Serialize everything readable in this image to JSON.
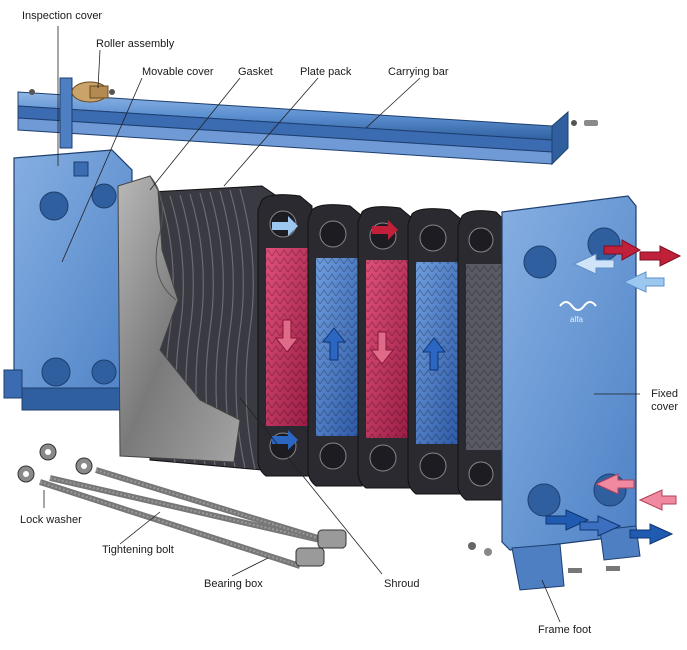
{
  "labels": {
    "inspection_cover": "Inspection cover",
    "roller_assembly": "Roller assembly",
    "movable_cover": "Movable cover",
    "gasket": "Gasket",
    "plate_pack": "Plate pack",
    "carrying_bar": "Carrying bar",
    "fixed_cover_line1": "Fixed",
    "fixed_cover_line2": "cover",
    "lock_washer": "Lock washer",
    "tightening_bolt": "Tightening bolt",
    "bearing_box": "Bearing box",
    "shroud": "Shroud",
    "frame_foot": "Frame foot"
  },
  "logo_text": "alfa",
  "colors": {
    "frame_blue": "#5b8fd0",
    "frame_dark": "#2f5f9e",
    "plate_red": "#c8315f",
    "plate_blue": "#3d6fc0",
    "plate_dark": "#2a2a30",
    "shroud_grey": "#8c8c8c",
    "hot_arrow": "#c0203a",
    "warm_arrow": "#f08aa0",
    "cold_arrow": "#1f5bb0",
    "cool_arrow": "#9cc8f0",
    "bolt": "#6a6a6a"
  }
}
